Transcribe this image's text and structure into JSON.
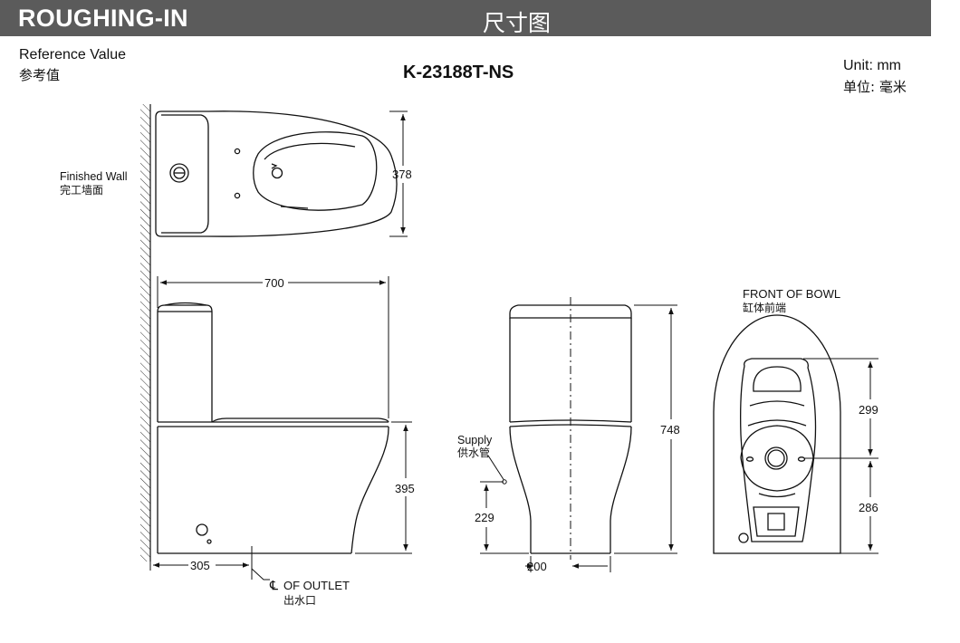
{
  "header": {
    "left_title": "ROUGHING-IN",
    "center_title": "尺寸图"
  },
  "reference": {
    "en": "Reference Value",
    "zh": "参考值"
  },
  "model": "K-23188T-NS",
  "unit": {
    "en": "Unit: mm",
    "zh": "单位: 毫米"
  },
  "labels": {
    "finished_wall_en": "Finished Wall",
    "finished_wall_zh": "完工墙面",
    "supply_en": "Supply",
    "supply_zh": "供水管",
    "outlet_en": "OF OUTLET",
    "outlet_zh": "出水口",
    "centerline_symbol": "℄",
    "front_of_bowl_en": "FRONT OF BOWL",
    "front_of_bowl_zh": "缸体前端"
  },
  "dimensions": {
    "top_width": "378",
    "overall_length": "700",
    "bowl_height": "395",
    "outlet_distance": "305",
    "supply_height": "229",
    "base_width": "200",
    "overall_height": "748",
    "front_dim_upper": "299",
    "front_dim_lower": "286"
  }
}
